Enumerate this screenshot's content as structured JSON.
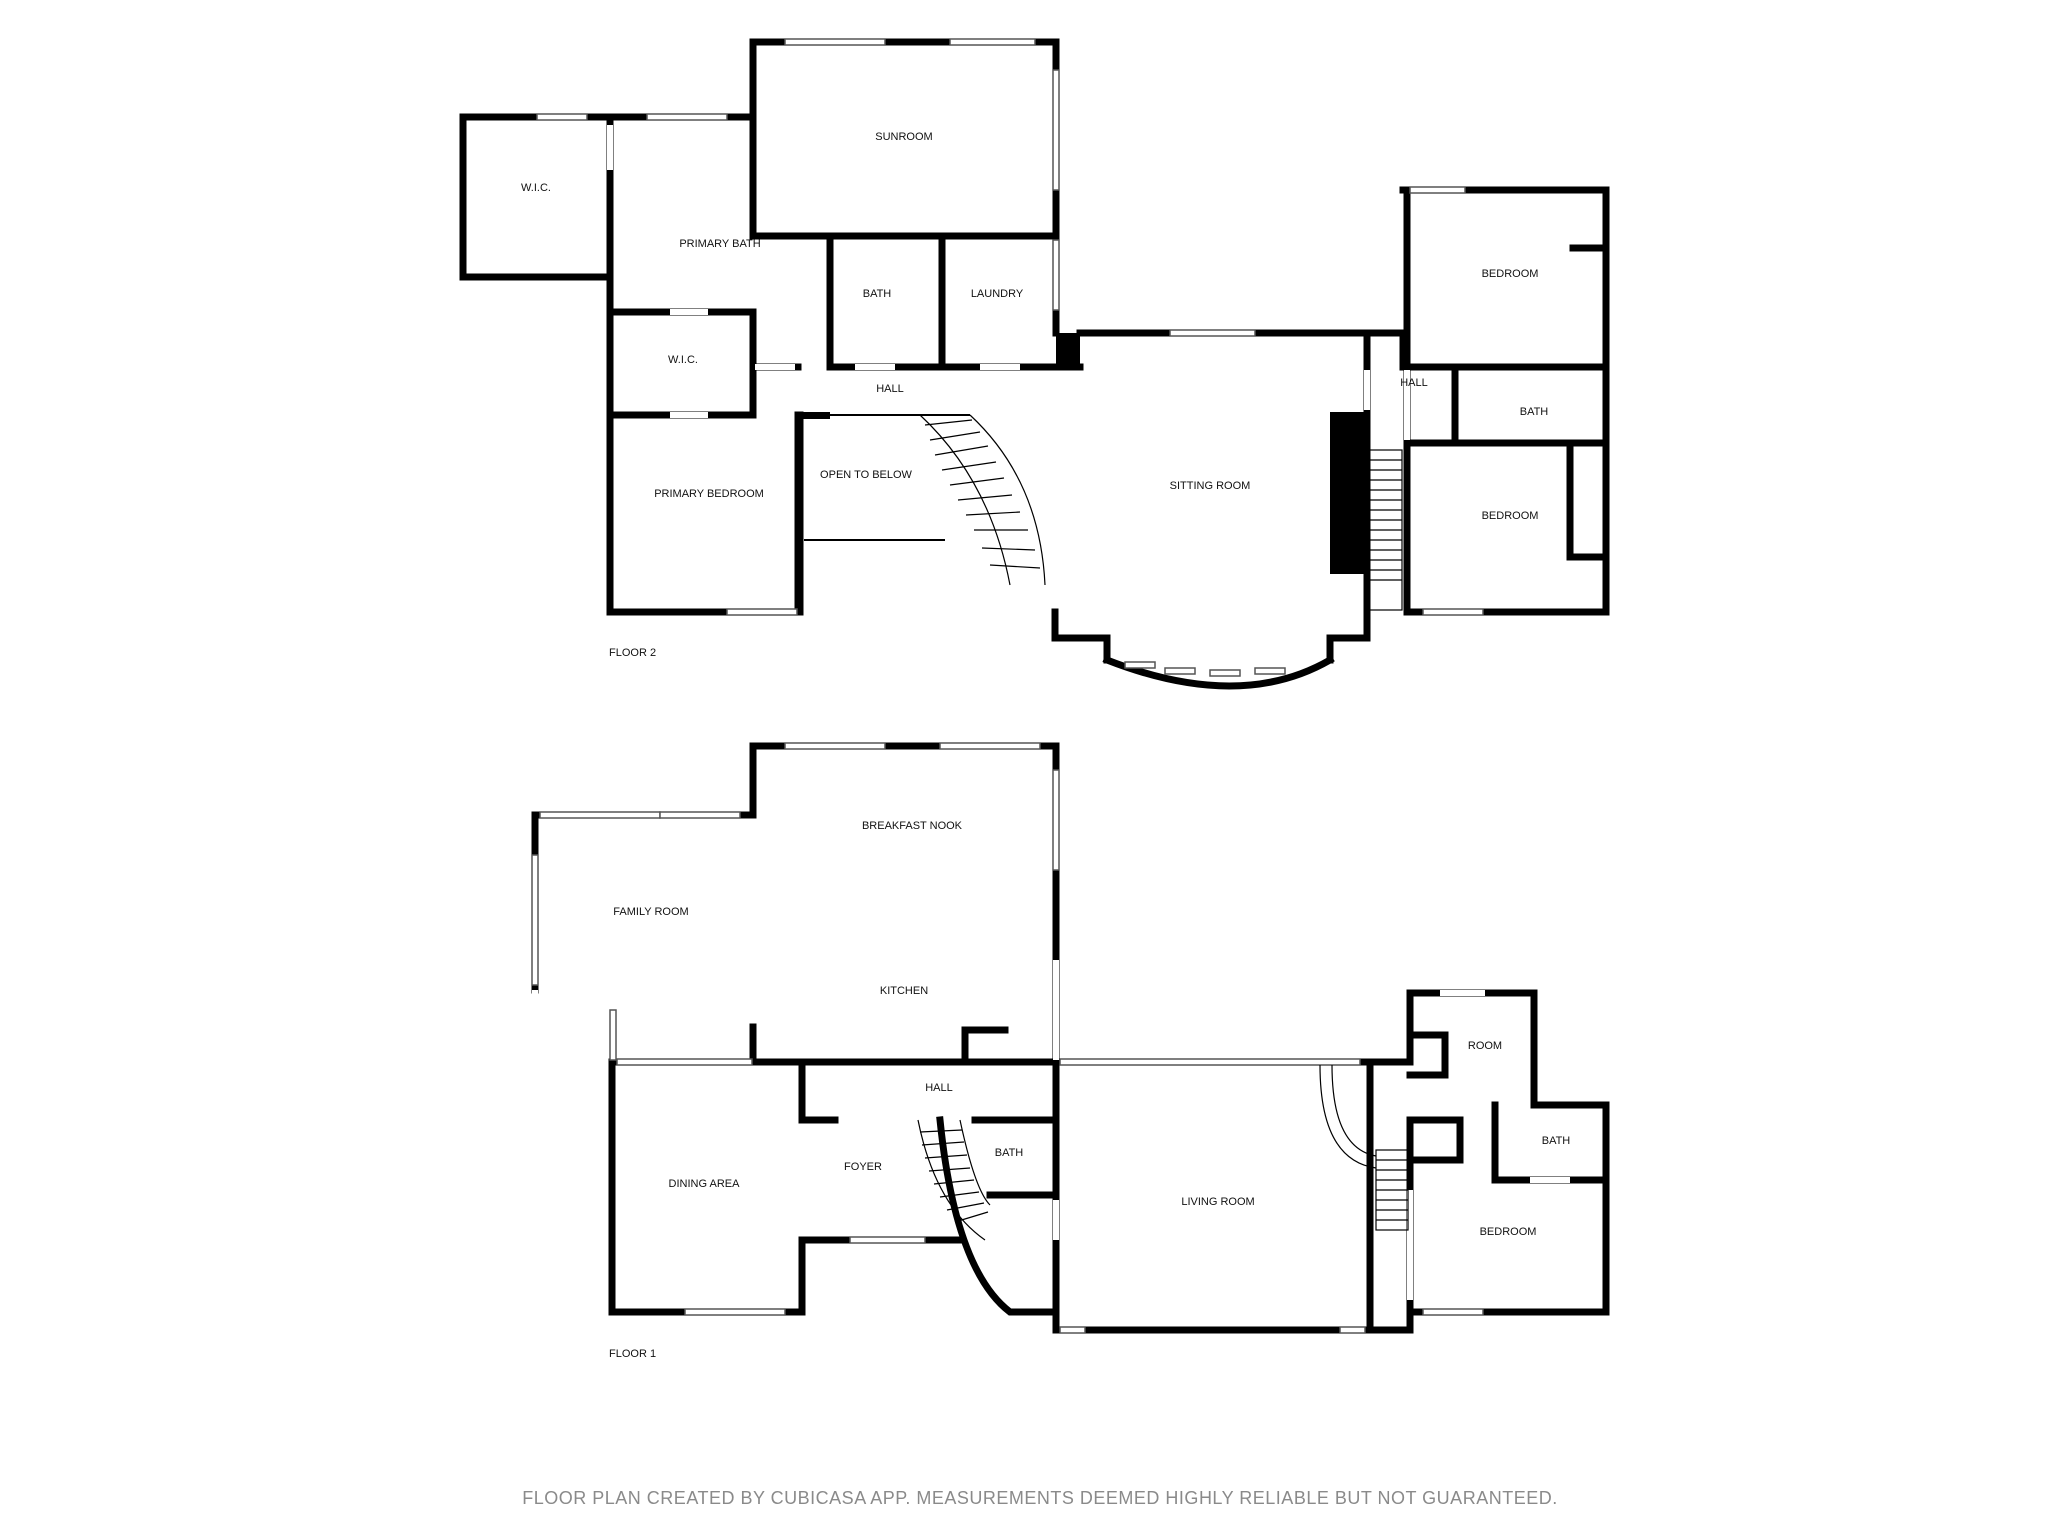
{
  "floor2": {
    "label": "FLOOR 2",
    "rooms": {
      "wic1": "W.I.C.",
      "sunroom": "SUNROOM",
      "primary_bath": "PRIMARY BATH",
      "bath": "BATH",
      "laundry": "LAUNDRY",
      "wic2": "W.I.C.",
      "hall": "HALL",
      "open_to_below": "OPEN TO BELOW",
      "sitting_room": "SITTING ROOM",
      "primary_bedroom": "PRIMARY BEDROOM",
      "hall_right": "HALL",
      "bedroom_top": "BEDROOM",
      "bath_right": "BATH",
      "bedroom_bottom": "BEDROOM"
    }
  },
  "floor1": {
    "label": "FLOOR 1",
    "rooms": {
      "breakfast_nook": "BREAKFAST NOOK",
      "family_room": "FAMILY ROOM",
      "kitchen": "KITCHEN",
      "hall": "HALL",
      "dining_area": "DINING AREA",
      "foyer": "FOYER",
      "bath": "BATH",
      "living_room": "LIVING ROOM",
      "room": "ROOM",
      "bath_right": "BATH",
      "bedroom": "BEDROOM"
    }
  },
  "footer": {
    "disclaimer": "FLOOR PLAN CREATED BY CUBICASA APP. MEASUREMENTS DEEMED HIGHLY RELIABLE BUT NOT GUARANTEED."
  }
}
